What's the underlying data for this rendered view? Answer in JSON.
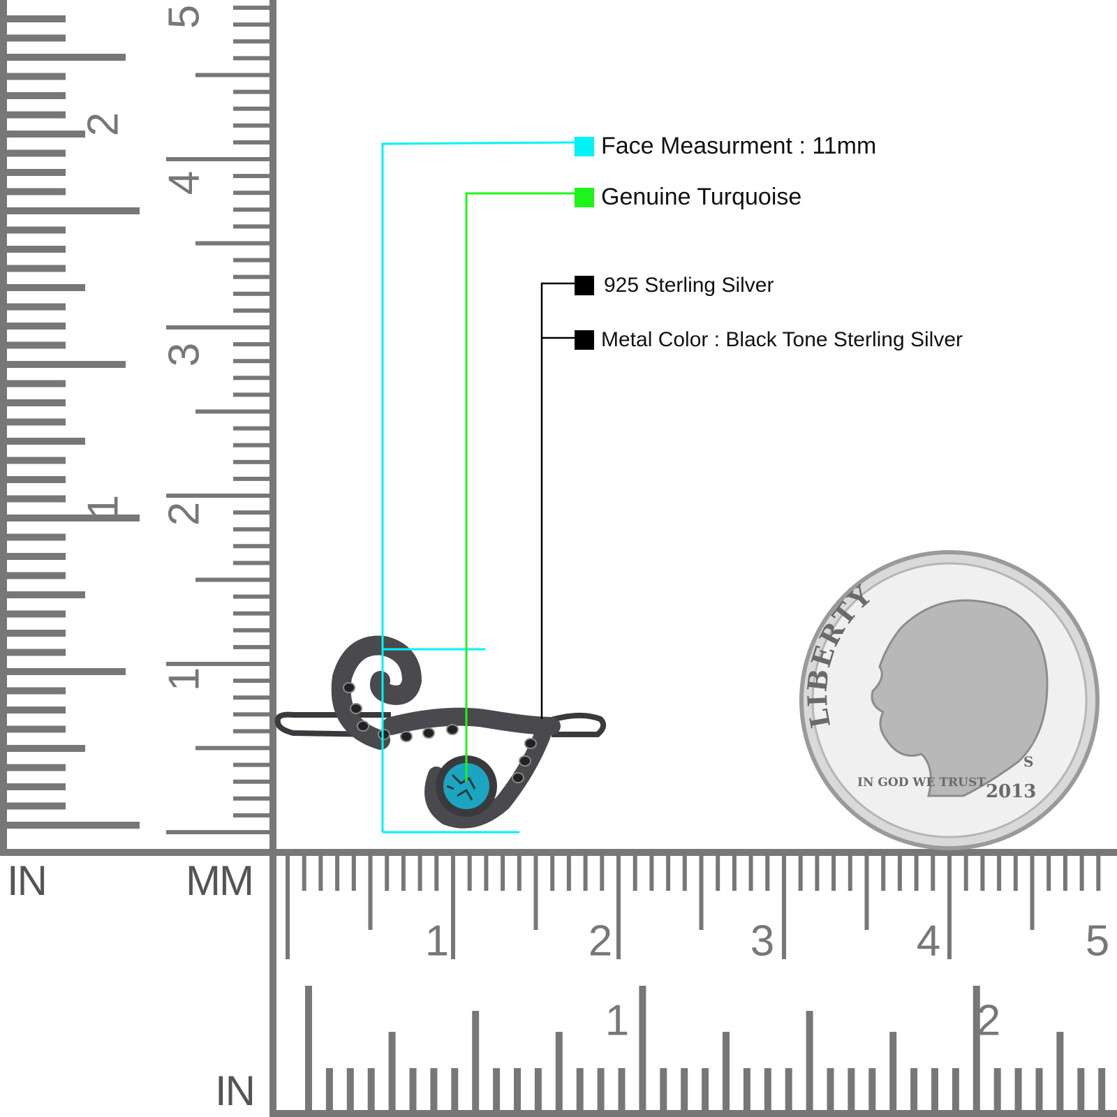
{
  "legend": [
    {
      "label": "Face Measurment : 11mm",
      "color": "#00F3F6"
    },
    {
      "label": "Genuine Turquoise",
      "color": "#1FF41A"
    },
    {
      "label": "925 Sterling Silver",
      "color": "#000000"
    },
    {
      "label": "Metal Color : Black Tone Sterling Silver",
      "color": "#000000"
    }
  ],
  "rulers": {
    "left_unit": "IN",
    "mm_unit": "MM",
    "bottom_unit": "IN",
    "vertical_in_labels": [
      "1",
      "2"
    ],
    "vertical_cm_labels": [
      "1",
      "2",
      "3",
      "4",
      "5"
    ],
    "horizontal_cm_labels": [
      "1",
      "2",
      "3",
      "4",
      "5"
    ],
    "horizontal_in_labels": [
      "1",
      "2"
    ],
    "ruler_color": "#777777"
  },
  "coin": {
    "top_text": "LIBERTY",
    "motto": "IN GOD WE TRUST",
    "mint_mark": "S",
    "year": "2013"
  },
  "product": {
    "stone_color": "#1BA5C1",
    "metal_color": "#4a4a4e"
  }
}
